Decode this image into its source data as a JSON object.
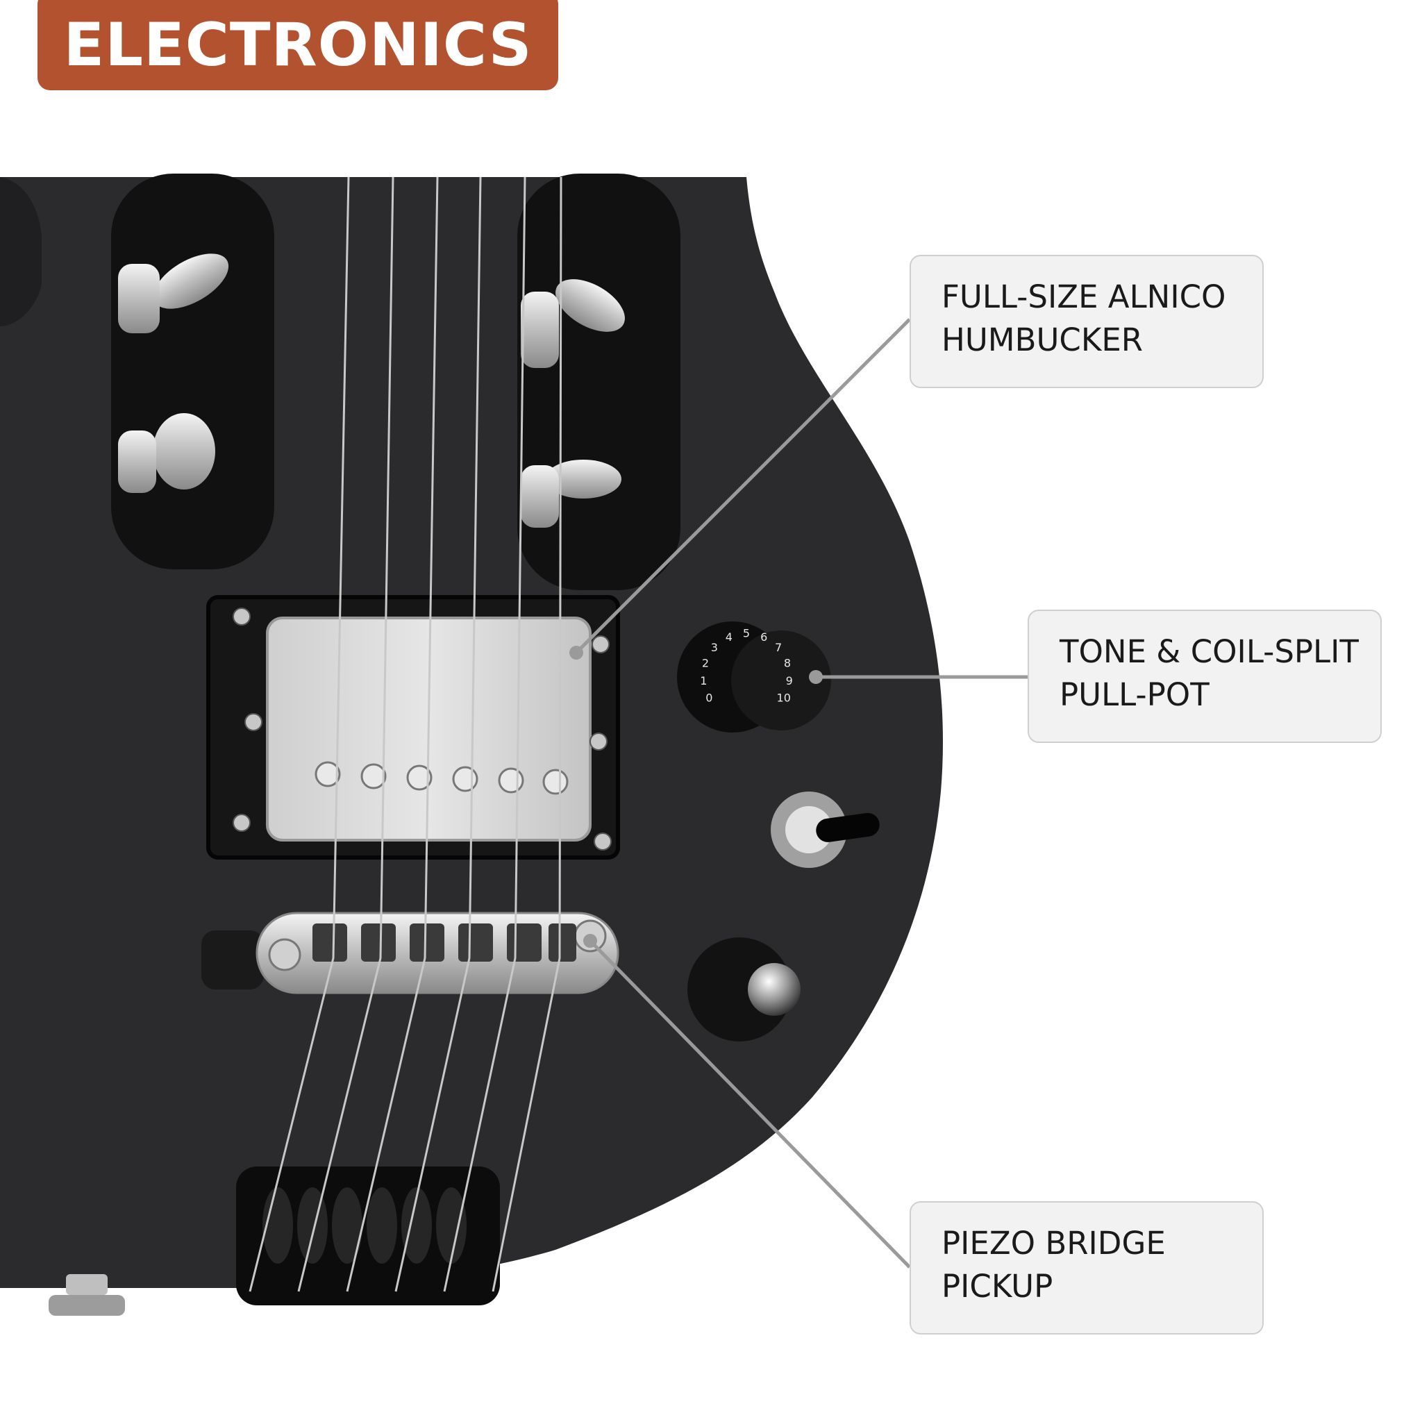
{
  "header": {
    "title": "ELECTRONICS",
    "bg_color": "#b3522f"
  },
  "callouts": [
    {
      "id": "humbucker",
      "line1": "FULL-SIZE ALNICO",
      "line2": "HUMBUCKER"
    },
    {
      "id": "tone",
      "line1": "TONE & COIL-SPLIT",
      "line2": "PULL-POT"
    },
    {
      "id": "piezo",
      "line1": "PIEZO BRIDGE",
      "line2": "PICKUP"
    }
  ],
  "colors": {
    "body": "#2b2b2d",
    "chrome": "#d8d8d8",
    "leader_line": "#9a9a9a",
    "callout_bg": "#f2f2f2"
  },
  "tone_knob_numbers": [
    "0",
    "1",
    "2",
    "3",
    "4",
    "5",
    "6",
    "7",
    "8",
    "9",
    "10"
  ]
}
